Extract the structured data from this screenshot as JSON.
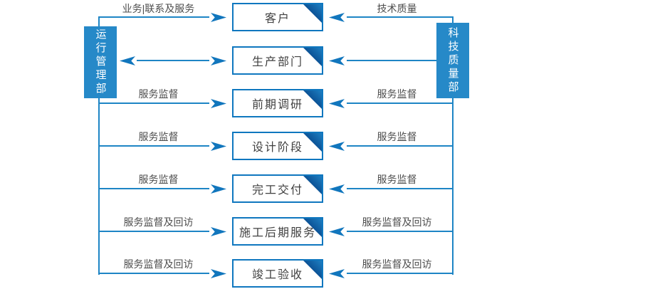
{
  "diagram": {
    "left_department": {
      "label": "运行管理部"
    },
    "right_department": {
      "label": "科技质量部"
    },
    "rows": [
      {
        "box": "客户",
        "left_label": "业务|联系及服务",
        "right_label": "技术质量"
      },
      {
        "box": "生产部门",
        "left_label": "",
        "right_label": ""
      },
      {
        "box": "前期调研",
        "left_label": "服务监督",
        "right_label": "服务监督"
      },
      {
        "box": "设计阶段",
        "left_label": "服务监督",
        "right_label": "服务监督"
      },
      {
        "box": "完工交付",
        "left_label": "服务监督",
        "right_label": "服务监督"
      },
      {
        "box": "施工后期服务",
        "left_label": "服务监督及回访",
        "right_label": "服务监督及回访"
      },
      {
        "box": "竣工验收",
        "left_label": "服务监督及回访",
        "right_label": "服务监督及回访"
      }
    ],
    "colors": {
      "line": "#1e85c5",
      "arrow": "#1176bd",
      "node_border": "#0f77bf",
      "department_fill": "#2689c8",
      "fold_dark": "#0a4e92",
      "fold_light": "#8cc1e6"
    }
  }
}
